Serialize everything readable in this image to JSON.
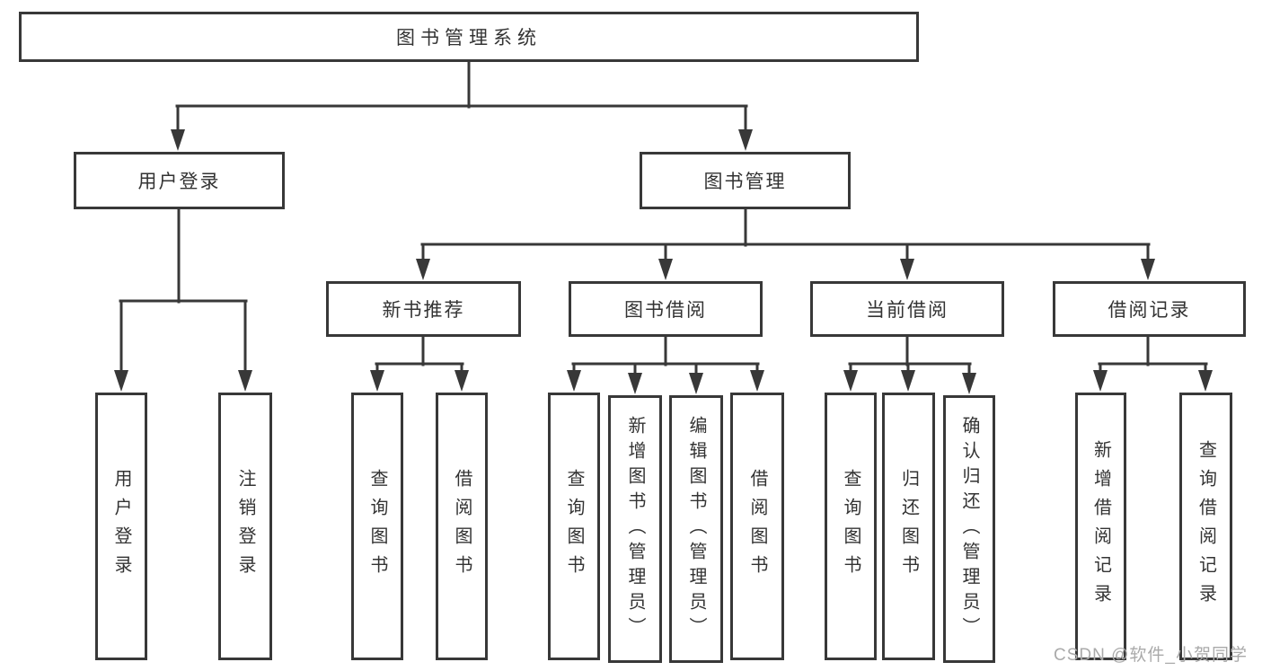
{
  "diagram": {
    "type": "hierarchy-tree",
    "root": {
      "label": "图书管理系统",
      "children": [
        {
          "label": "用户登录",
          "children": [
            {
              "label": "用户登录"
            },
            {
              "label": "注销登录"
            }
          ]
        },
        {
          "label": "图书管理",
          "children": [
            {
              "label": "新书推荐",
              "children": [
                {
                  "label": "查询图书"
                },
                {
                  "label": "借阅图书"
                }
              ]
            },
            {
              "label": "图书借阅",
              "children": [
                {
                  "label": "查询图书"
                },
                {
                  "label": "新增图书（管理员）"
                },
                {
                  "label": "编辑图书（管理员）"
                },
                {
                  "label": "借阅图书"
                }
              ]
            },
            {
              "label": "当前借阅",
              "children": [
                {
                  "label": "查询图书"
                },
                {
                  "label": "归还图书"
                },
                {
                  "label": "确认归还（管理员）"
                }
              ]
            },
            {
              "label": "借阅记录",
              "children": [
                {
                  "label": "新增借阅记录"
                },
                {
                  "label": "查询借阅记录"
                }
              ]
            }
          ]
        }
      ]
    },
    "colors": {
      "line": "#383838",
      "box_border": "#383838",
      "text": "#333333",
      "background": "#ffffff",
      "watermark": "#aaaaaa"
    }
  },
  "watermark": {
    "label": "CSDN @软件_小贺同学"
  }
}
